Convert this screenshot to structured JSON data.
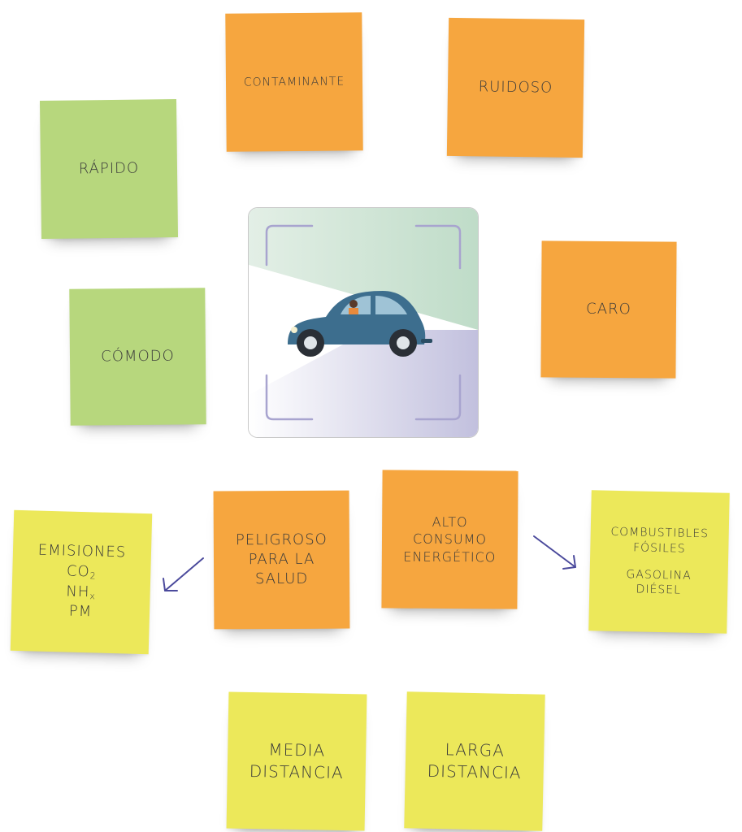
{
  "center": {
    "icon": "car-icon"
  },
  "notes": {
    "contaminante": "CONTAMINANTE",
    "ruidoso": "RUIDOSO",
    "rapido": "RÁPIDO",
    "caro": "CARO",
    "comodo": "CÓMODO",
    "peligroso": [
      "PELIGROSO",
      "PARA LA",
      "SALUD"
    ],
    "alto_consumo": [
      "ALTO",
      "CONSUMO",
      "ENERGÉTICO"
    ],
    "emisiones": {
      "title": "EMISIONES",
      "co": "CO",
      "co_sub": "2",
      "nh": "NH",
      "nh_sub": "x",
      "pm": "PM"
    },
    "combustibles": [
      "COMBUSTIBLES",
      "FÓSILES",
      "GASOLINA",
      "DIÉSEL"
    ],
    "media": [
      "MEDIA",
      "DISTANCIA"
    ],
    "larga": [
      "LARGA",
      "DISTANCIA"
    ]
  },
  "colors": {
    "orange": "#f6a63f",
    "green": "#b7d77d",
    "yellow": "#ece85a",
    "arrow": "#4b4a9c"
  }
}
